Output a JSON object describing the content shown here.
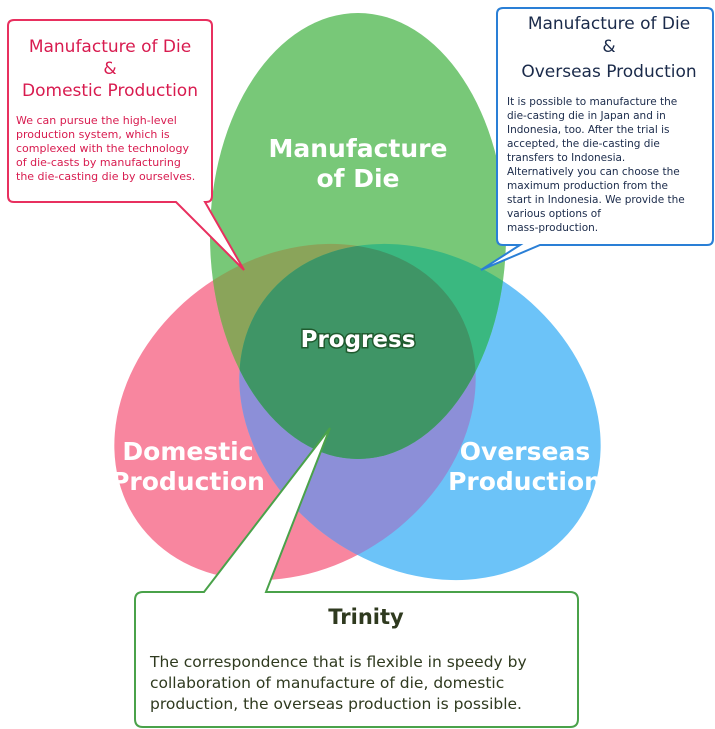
{
  "circles": {
    "manufacture": {
      "line1": "Manufacture",
      "line2": "of Die",
      "color": "#5cbf5a"
    },
    "domestic": {
      "line1": "Domestic",
      "line2": "Production",
      "color": "#f46f8e"
    },
    "overseas": {
      "line1": "Overseas",
      "line2": "Production",
      "color": "#4fb3f5"
    },
    "center": {
      "label": "Progress"
    }
  },
  "callout_domestic": {
    "title": [
      "Manufacture of Die",
      "&",
      "Domestic Production"
    ],
    "body": [
      "We can pursue the high-level",
      "production system, which is",
      "complexed with the technology",
      "of die-casts by manufacturing",
      "the die-casting die by ourselves."
    ],
    "border_color": "#e8305f"
  },
  "callout_overseas": {
    "title": [
      "Manufacture of Die",
      "&",
      "Overseas Production"
    ],
    "body": [
      "It is possible to manufacture the",
      "die-casting die in Japan and in",
      "Indonesia, too.  After the trial is",
      "accepted, the die-casting die",
      "transfers to Indonesia.",
      "Alternatively you can choose the",
      "maximum production from the",
      "start in Indonesia.  We provide the",
      "various options of",
      "mass-production."
    ],
    "border_color": "#2a7fd6"
  },
  "callout_trinity": {
    "title": "Trinity",
    "body": [
      "The correspondence that is flexible in speedy by",
      "collaboration of manufacture of die, domestic",
      "production, the overseas production is possible."
    ],
    "border_color": "#4aa24a"
  }
}
